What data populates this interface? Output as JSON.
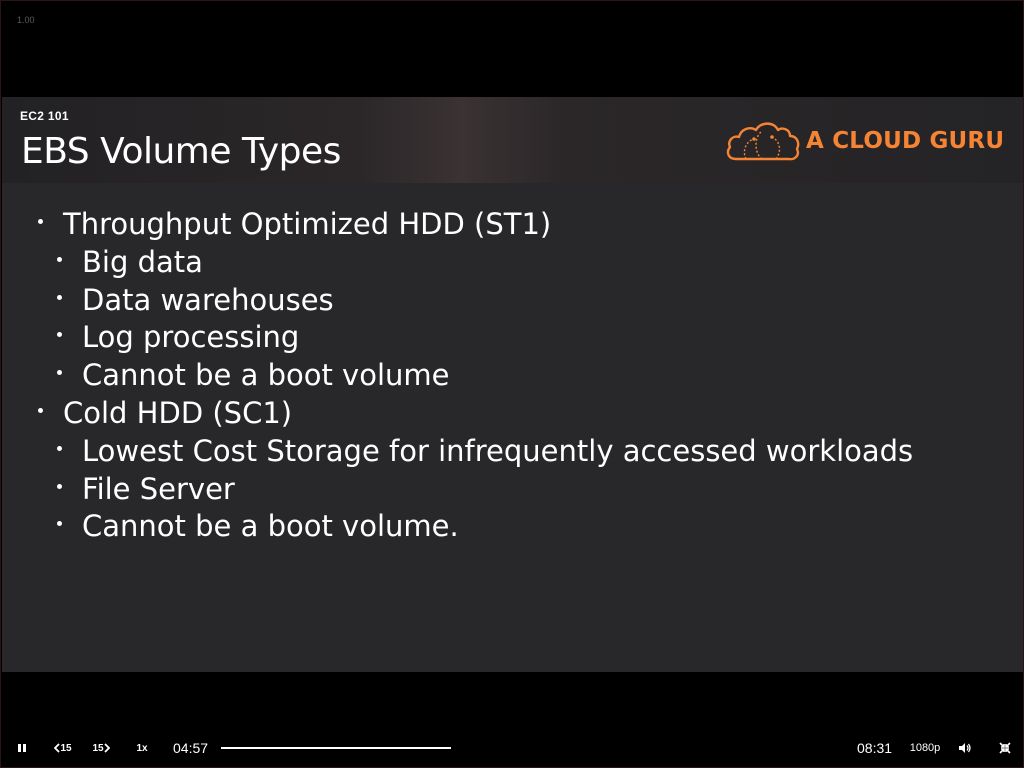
{
  "player": {
    "version_label": "1.00",
    "position_time": "04:57",
    "duration_time": "08:31",
    "progress_fraction": 1.0,
    "playback_rate": "1x",
    "quality": "1080p",
    "rewind_label": "15",
    "forward_label": "15",
    "icons": {
      "play_pause": "pause-icon",
      "rewind": "rewind-15-icon",
      "forward": "forward-15-icon",
      "volume": "volume-icon",
      "fullscreen": "exit-fullscreen-icon"
    }
  },
  "slide": {
    "course": "EC2 101",
    "title": "EBS Volume Types",
    "logo_text": "A CLOUD GURU",
    "brand_color": "#f58534",
    "bullets": [
      {
        "level": 1,
        "text": "Throughput Optimized HDD (ST1)"
      },
      {
        "level": 2,
        "text": "Big data"
      },
      {
        "level": 2,
        "text": "Data warehouses"
      },
      {
        "level": 2,
        "text": "Log processing"
      },
      {
        "level": 2,
        "text": "Cannot be a boot volume"
      },
      {
        "level": 1,
        "text": "Cold HDD (SC1)"
      },
      {
        "level": 2,
        "text": "Lowest Cost Storage for infrequently accessed workloads"
      },
      {
        "level": 2,
        "text": "File Server"
      },
      {
        "level": 2,
        "text": "Cannot be a boot volume."
      }
    ]
  }
}
